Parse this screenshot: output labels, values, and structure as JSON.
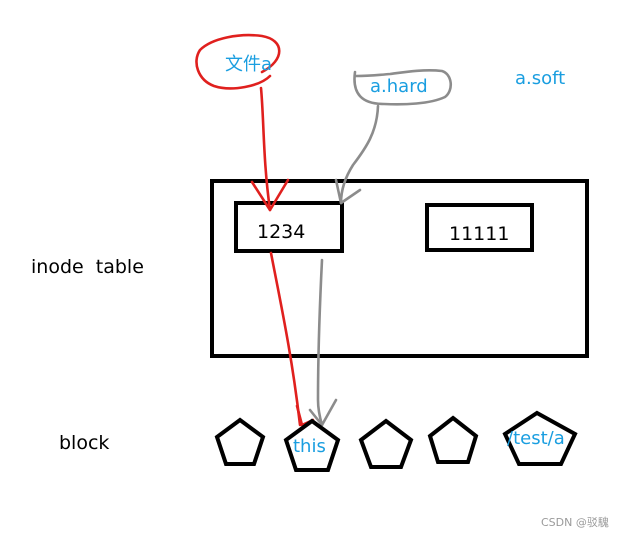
{
  "labels": {
    "file": "文件a",
    "hard": "a.hard",
    "soft": "a.soft",
    "inode_a": "1234",
    "inode_b": "11111",
    "inode_table": "inode  table",
    "block": "block",
    "block_this": "this",
    "block_path": "/test/a"
  },
  "watermark": "CSDN @驳騩",
  "colors": {
    "red": "#e0201e",
    "gray": "#8c8c8c",
    "blue_text": "#1a9ee0",
    "black": "#000000"
  }
}
